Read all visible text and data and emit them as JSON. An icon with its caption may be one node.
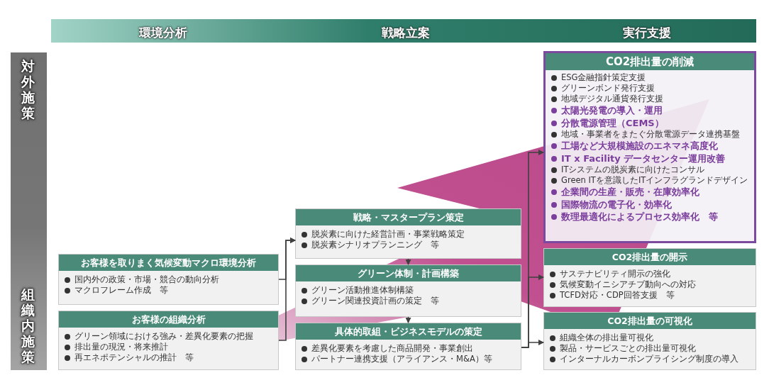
{
  "diagram": {
    "nodes": [
      {
        "text": [
          "お客様を取りまく気候変動マクロ環境分析",
          "国内外の政策・市場・競合の動向分析",
          "マクロフレーム作成　等"
        ]
      },
      {
        "text": [
          "お客様の組織分析",
          "グリーン領域における強み・差異化要素の把握",
          "排出量の現況・将来推計",
          "再エネポテンシャルの推計　等"
        ]
      },
      {
        "text": [
          "戦略・マスタープラン策定",
          "脱炭素に向けた経営計画・事業戦略策定",
          "脱炭素シナリオプランニング　等"
        ]
      },
      {
        "text": [
          "グリーン体制・計画構築",
          "グリーン活動推進体制構築",
          "グリーン関連投資計画の策定　等"
        ]
      },
      {
        "text": [
          "具体的取組・ビジネスモデルの策定",
          "差異化要素を考慮した商品開発・事業創出",
          "パートナー連携支援（アライアンス・M&A）等"
        ]
      },
      {
        "text": [
          "CO2排出量の削減",
          "ESG金融指針策定支援",
          "グリーンボンド発行支援",
          "地域デジタル通貨発行支援",
          "太陽光発電の導入・運用",
          "分散電源管理（CEMS）",
          "地域・事業者をまたぐ分散電源データ連携基盤",
          "工場など大規模施設のエネマネ高度化",
          "IT x Facility データセンター運用改善",
          "ITシステムの脱炭素に向けたコンサル",
          "Green ITを意識したITインフラグランドデザイン",
          "企業間の生産・販売・在庫効率化",
          "国際物流の電子化・効率化",
          "数理最適化によるプロセス効率化　等"
        ]
      },
      {
        "text": [
          "CO2排出量の開示",
          "サステナビリティ開示の強化",
          "気候変動イニシアチブ動向への対応",
          "TCFD対応・CDP回答支援　等"
        ]
      },
      {
        "text": [
          "CO2排出量の可視化",
          "組織全体の排出量可視化",
          "製品・サービスごとの排出量可視化",
          "インターナルカーボンプライシング制度の導入"
        ]
      },
      {
        "text": [
          "対外施策",
          "組織内施策"
        ]
      }
    ],
    "edges": [
      {
        "from": 0,
        "to": 2,
        "arrow": "to"
      },
      {
        "from": 1,
        "to": 2,
        "arrow": "to"
      },
      {
        "from": 2,
        "to": 3,
        "arrow": "to"
      },
      {
        "from": 3,
        "to": 4,
        "arrow": "to"
      },
      {
        "from": 4,
        "to": 5,
        "arrow": "to"
      },
      {
        "from": 4,
        "to": 6,
        "arrow": "to"
      },
      {
        "from": 4,
        "to": 7,
        "arrow": "to"
      }
    ],
    "labels": [
      "環境分析",
      "戦略立案",
      "実行支援"
    ]
  }
}
